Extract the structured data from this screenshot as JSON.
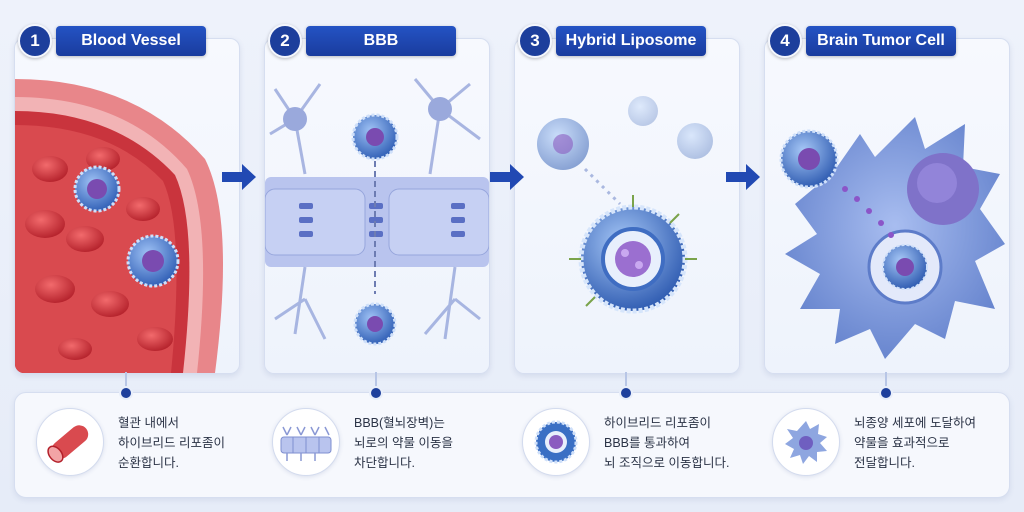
{
  "steps": [
    {
      "number": "1",
      "title": "Blood Vessel",
      "description": "혈관 내에서\n하이브리드 리포좀이\n순환합니다."
    },
    {
      "number": "2",
      "title": "BBB",
      "description": "BBB(혈뇌장벽)는\n뇌로의 약물 이동을\n차단합니다."
    },
    {
      "number": "3",
      "title": "Hybrid Liposome",
      "description": "하이브리드 리포좀이\nBBB를 통과하여\n뇌 조직으로 이동합니다."
    },
    {
      "number": "4",
      "title": "Brain Tumor Cell",
      "description": "뇌종양 세포에 도달하여\n약물을 효과적으로\n전달합니다."
    }
  ],
  "colors": {
    "accent": "#1d3f9c",
    "vessel": "#d94a4f",
    "liposome": "#3a6fc4",
    "cell": "#8ea6e0",
    "tumor": "#6f8fd8"
  },
  "icons": [
    "blood-vessel-icon",
    "bbb-cells-icon",
    "liposome-icon",
    "tumor-cell-icon"
  ]
}
